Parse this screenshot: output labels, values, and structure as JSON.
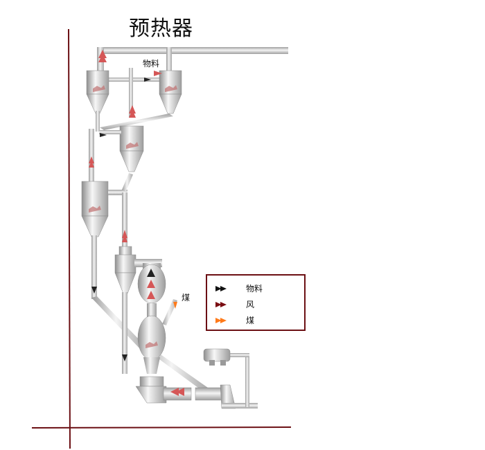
{
  "title": "预热器",
  "labels": {
    "material_top": "物料",
    "coal_side": "煤"
  },
  "legend": [
    {
      "label": "物料",
      "color": "#111111"
    },
    {
      "label": "风",
      "color": "#7a0d12"
    },
    {
      "label": "煤",
      "color": "#ff7a1a"
    }
  ],
  "colors": {
    "axis": "#6b0f13",
    "pipe_light": "#e8e8e8",
    "pipe_dark": "#9a9a9a",
    "wind_arrow": "#d35a5a",
    "material_arrow": "#1a1a1a",
    "legend_border": "#6b0f13"
  }
}
